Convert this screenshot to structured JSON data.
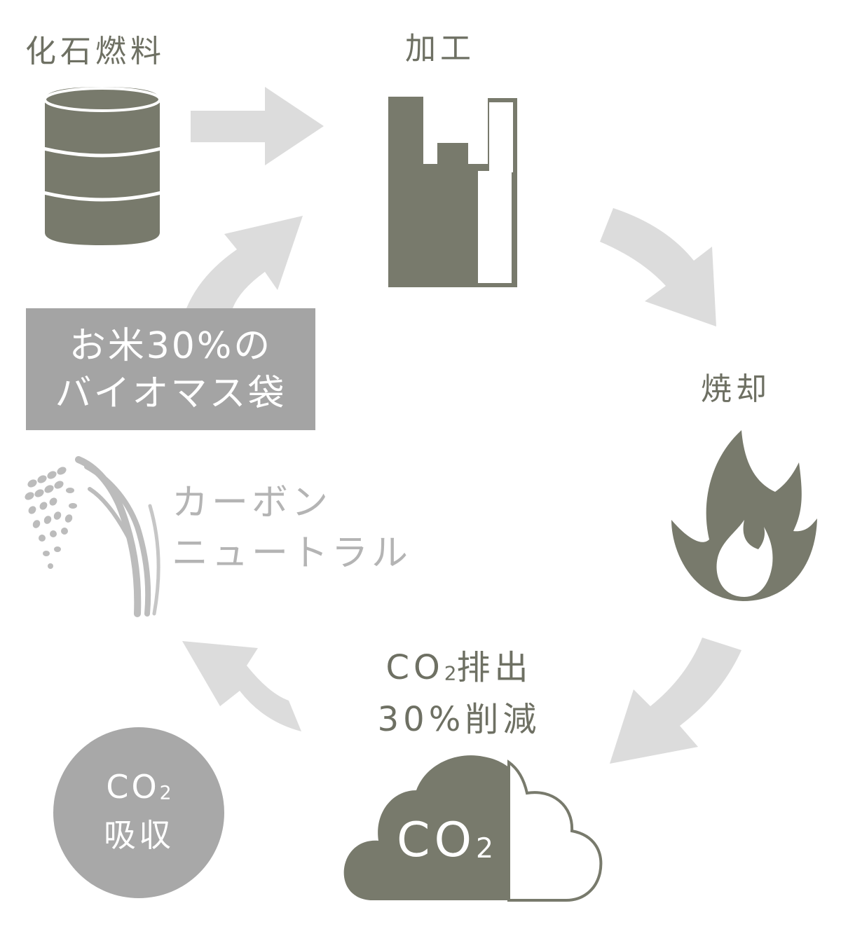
{
  "labels": {
    "fossil_fuel": "化石燃料",
    "processing": "加工",
    "incineration": "焼却",
    "emission_prefix": "CO",
    "emission_sub": "2",
    "emission_suffix": "排出",
    "reduction": "30%削減",
    "carbon_line1": "カーボン",
    "carbon_line2": "ニュートラル",
    "biomass_line1": "お米30%の",
    "biomass_line2": "バイオマス袋",
    "absorb_prefix": "CO",
    "absorb_sub": "2",
    "absorb_word": "吸収",
    "cloud_prefix": "CO",
    "cloud_sub": "2"
  },
  "icons": {
    "barrel": "oil-barrel-icon",
    "bag": "plastic-bag-icon",
    "fire": "fire-icon",
    "cloud": "co2-cloud-icon",
    "rice": "rice-plant-icon"
  },
  "colors": {
    "dark": "#787a6c",
    "arrow": "#dcdcdc",
    "gray_box": "#a4a4a4",
    "circle": "#a8a8a8",
    "light_text": "#b4b4b4"
  },
  "reduction_fraction": 0.3
}
